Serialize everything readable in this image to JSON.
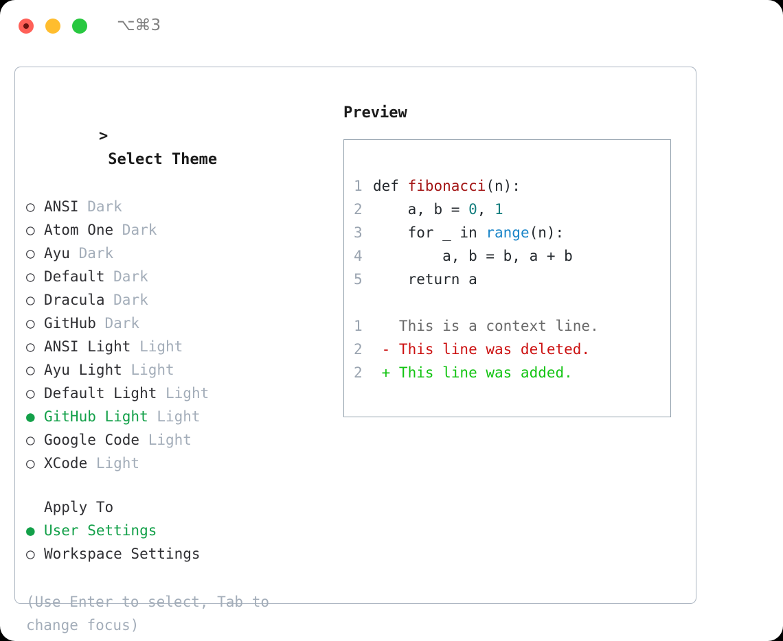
{
  "titlebar": {
    "shortcut": "⌥⌘3",
    "lights": [
      "close-red",
      "minimize-yellow",
      "zoom-green"
    ]
  },
  "theme_panel": {
    "header": "> Select Theme",
    "header_caret": ">",
    "header_label": "Select Theme",
    "items": [
      {
        "bullet": "○",
        "label": "ANSI",
        "tag": "Dark",
        "selected": false
      },
      {
        "bullet": "○",
        "label": "Atom One",
        "tag": "Dark",
        "selected": false
      },
      {
        "bullet": "○",
        "label": "Ayu",
        "tag": "Dark",
        "selected": false
      },
      {
        "bullet": "○",
        "label": "Default",
        "tag": "Dark",
        "selected": false
      },
      {
        "bullet": "○",
        "label": "Dracula",
        "tag": "Dark",
        "selected": false
      },
      {
        "bullet": "○",
        "label": "GitHub",
        "tag": "Dark",
        "selected": false
      },
      {
        "bullet": "○",
        "label": "ANSI Light",
        "tag": "Light",
        "selected": false
      },
      {
        "bullet": "○",
        "label": "Ayu Light",
        "tag": "Light",
        "selected": false
      },
      {
        "bullet": "○",
        "label": "Default Light",
        "tag": "Light",
        "selected": false
      },
      {
        "bullet": "●",
        "label": "GitHub Light",
        "tag": "Light",
        "selected": true
      },
      {
        "bullet": "○",
        "label": "Google Code",
        "tag": "Light",
        "selected": false
      },
      {
        "bullet": "○",
        "label": "XCode",
        "tag": "Light",
        "selected": false
      }
    ]
  },
  "apply_to": {
    "title": "Apply To",
    "options": [
      {
        "bullet": "●",
        "label": "User Settings",
        "selected": true
      },
      {
        "bullet": "○",
        "label": "Workspace Settings",
        "selected": false
      }
    ]
  },
  "hint": "(Use Enter to select, Tab to change focus)",
  "preview": {
    "title": "Preview",
    "code_lines": [
      {
        "number": "1",
        "tokens": [
          {
            "text": "def ",
            "kind": "kw"
          },
          {
            "text": "fibonacci",
            "kind": "fn"
          },
          {
            "text": "(n):",
            "kind": "pl"
          }
        ]
      },
      {
        "number": "2",
        "tokens": [
          {
            "text": "    a, b = ",
            "kind": "pl"
          },
          {
            "text": "0",
            "kind": "num"
          },
          {
            "text": ", ",
            "kind": "pl"
          },
          {
            "text": "1",
            "kind": "num"
          }
        ]
      },
      {
        "number": "3",
        "tokens": [
          {
            "text": "    for _ in ",
            "kind": "pl"
          },
          {
            "text": "range",
            "kind": "call"
          },
          {
            "text": "(n):",
            "kind": "pl"
          }
        ]
      },
      {
        "number": "4",
        "tokens": [
          {
            "text": "        a, b = b, a + b",
            "kind": "pl"
          }
        ]
      },
      {
        "number": "5",
        "tokens": [
          {
            "text": "    return a",
            "kind": "pl"
          }
        ]
      }
    ],
    "diff_lines": [
      {
        "number": "1",
        "marker": "  ",
        "text": "This is a context line.",
        "kind": "ctx"
      },
      {
        "number": "2",
        "marker": "- ",
        "text": "This line was deleted.",
        "kind": "del"
      },
      {
        "number": "2",
        "marker": "+ ",
        "text": "This line was added.",
        "kind": "add"
      }
    ]
  },
  "colors": {
    "accent_green": "#13a049",
    "muted_gray": "#a3adb9",
    "border": "#aab4c0",
    "code_border": "#93a1ad",
    "fn_red": "#a31515",
    "call_blue": "#1a85c8",
    "num_teal": "#127d7d",
    "diff_del": "#cc1111",
    "diff_add": "#13c413"
  }
}
